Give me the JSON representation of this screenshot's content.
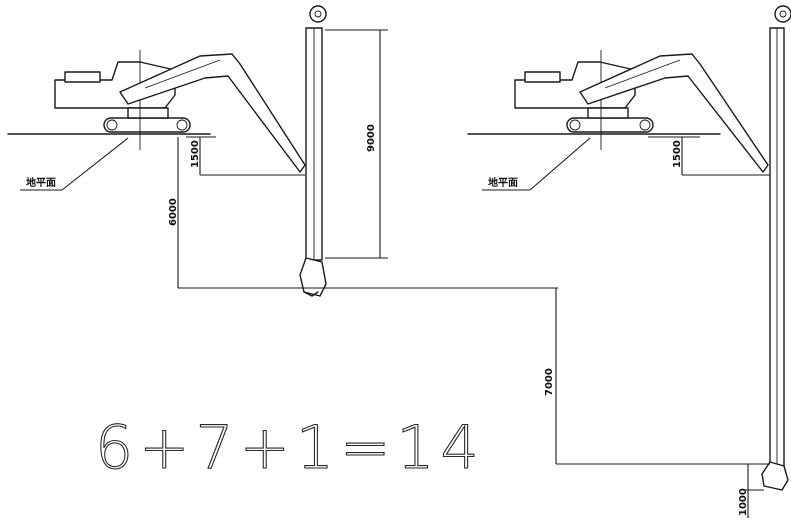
{
  "left_machine": {
    "ground_label": "地平面",
    "dim_upper": "1500",
    "dim_arm": "9000",
    "dim_depth": "6000"
  },
  "right_machine": {
    "ground_label": "地平面",
    "dim_upper": "1500",
    "dim_extra": "7000",
    "dim_bottom": "1000"
  },
  "formula": "6+7+1=14"
}
